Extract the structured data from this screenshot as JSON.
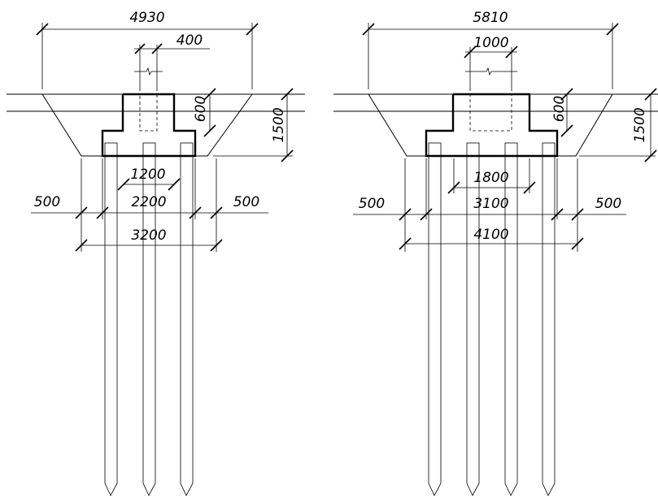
{
  "left_foundation": {
    "top_width": "4930",
    "column_width": "400",
    "cap_height": "600",
    "excavation_depth": "1500",
    "pile_spacing": "1200",
    "outer_pile_spacing": "2200",
    "left_offset": "500",
    "right_offset": "500",
    "base_width": "3200"
  },
  "right_foundation": {
    "top_width": "5810",
    "column_width": "1000",
    "cap_height": "600",
    "excavation_depth": "1500",
    "pile_spacing": "1800",
    "outer_pile_spacing": "3100",
    "left_offset": "500",
    "right_offset": "500",
    "base_width": "4100"
  },
  "colors": {
    "line": "#000000",
    "background": "#ffffff"
  }
}
